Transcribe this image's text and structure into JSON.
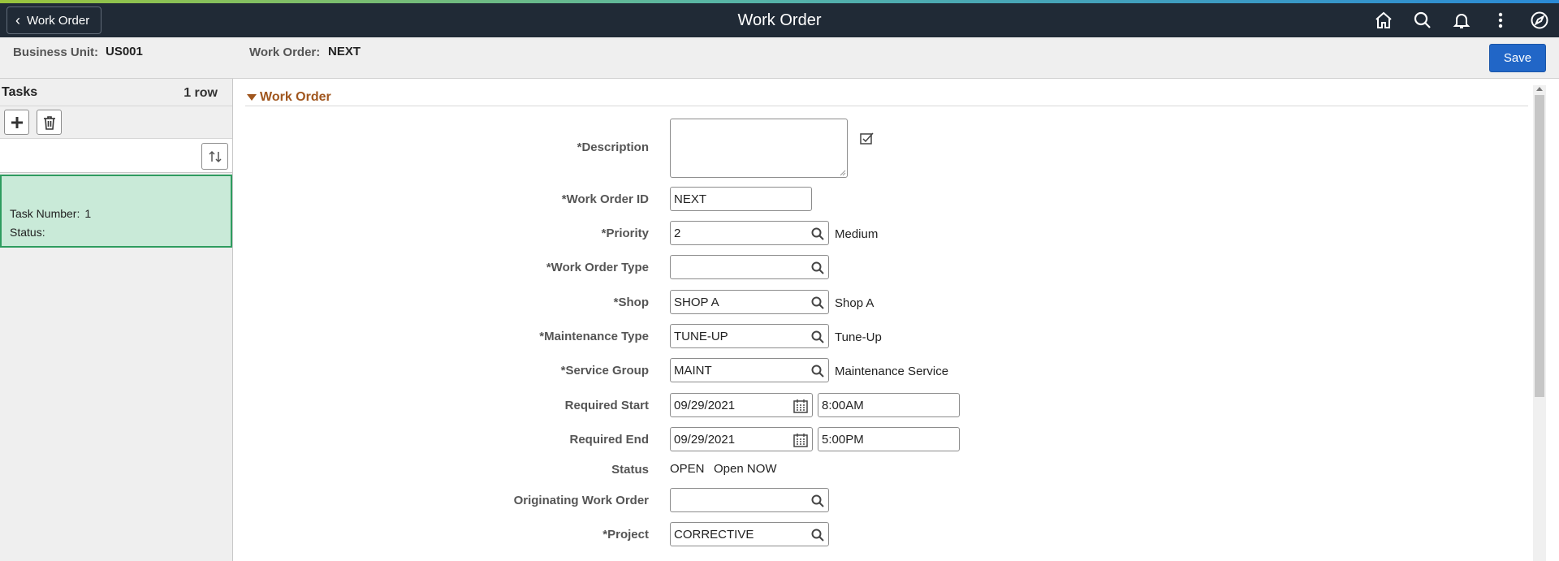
{
  "topbar": {
    "back_label": "Work Order",
    "title": "Work Order",
    "icons": [
      "home-icon",
      "search-icon",
      "bell-icon",
      "more-vertical-icon",
      "navbar-icon"
    ]
  },
  "header": {
    "business_unit_label": "Business Unit:",
    "business_unit_value": "US001",
    "work_order_label": "Work Order:",
    "work_order_value": "NEXT",
    "save_label": "Save"
  },
  "tasks": {
    "title": "Tasks",
    "count": "1 row",
    "items": [
      {
        "task_number_label": "Task Number:",
        "task_number": "1",
        "status_label": "Status:",
        "status": ""
      }
    ]
  },
  "section": {
    "title": "Work Order"
  },
  "form": {
    "description": {
      "label": "*Description",
      "value": ""
    },
    "work_order_id": {
      "label": "*Work Order ID",
      "value": "NEXT"
    },
    "priority": {
      "label": "*Priority",
      "value": "2",
      "desc": "Medium"
    },
    "work_order_type": {
      "label": "*Work Order Type",
      "value": ""
    },
    "shop": {
      "label": "*Shop",
      "value": "SHOP A",
      "desc": "Shop A"
    },
    "maintenance_type": {
      "label": "*Maintenance Type",
      "value": "TUNE-UP",
      "desc": "Tune-Up"
    },
    "service_group": {
      "label": "*Service Group",
      "value": "MAINT",
      "desc": "Maintenance Service"
    },
    "required_start": {
      "label": "Required Start",
      "date": "09/29/2021",
      "time": "8:00AM"
    },
    "required_end": {
      "label": "Required End",
      "date": "09/29/2021",
      "time": "5:00PM"
    },
    "status": {
      "label": "Status",
      "code": "OPEN",
      "desc": "Open NOW"
    },
    "originating_work_order": {
      "label": "Originating Work Order",
      "value": ""
    },
    "project": {
      "label": "*Project",
      "value": "CORRECTIVE"
    }
  },
  "colors": {
    "topbar": "#202a36",
    "accent": "#2166c7",
    "section_title": "#a0561e",
    "selected_task": "#c9ead8"
  }
}
